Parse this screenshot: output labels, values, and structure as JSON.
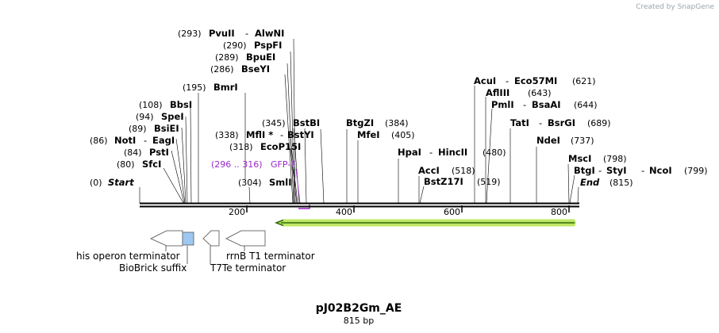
{
  "credit": "Created by SnapGene",
  "title": "pJ02B2Gm_AE",
  "length_label": "815 bp",
  "ruler_ticks": [
    "200",
    "400",
    "600",
    "800"
  ],
  "sites": [
    {
      "pos": "(293)",
      "names": [
        "PvuII",
        "AlwNI"
      ]
    },
    {
      "pos": "(290)",
      "names": [
        "PspFI"
      ]
    },
    {
      "pos": "(289)",
      "names": [
        "BpuEI"
      ]
    },
    {
      "pos": "(286)",
      "names": [
        "BseYI"
      ]
    },
    {
      "pos": "(195)",
      "names": [
        "BmrI"
      ]
    },
    {
      "pos": "(108)",
      "names": [
        "BbsI"
      ]
    },
    {
      "pos": "(94)",
      "names": [
        "SpeI"
      ]
    },
    {
      "pos": "(89)",
      "names": [
        "BsiEI"
      ]
    },
    {
      "pos": "(86)",
      "names": [
        "NotI",
        "EagI"
      ]
    },
    {
      "pos": "(84)",
      "names": [
        "PstI"
      ]
    },
    {
      "pos": "(80)",
      "names": [
        "SfcI"
      ]
    },
    {
      "pos": "(0)",
      "names": [
        "Start"
      ]
    },
    {
      "pos": "(345)",
      "names": [
        "BstBI"
      ]
    },
    {
      "pos": "(338)",
      "names": [
        "MflI *",
        "BstYI"
      ]
    },
    {
      "pos": "(318)",
      "names": [
        "EcoP15I"
      ]
    },
    {
      "pos": "(304)",
      "names": [
        "SmlI"
      ]
    },
    {
      "pos": "(384)",
      "names": [
        "BtgZI"
      ]
    },
    {
      "pos": "(405)",
      "names": [
        "MfeI"
      ]
    },
    {
      "pos": "(480)",
      "names": [
        "HpaI",
        "HincII"
      ]
    },
    {
      "pos": "(518)",
      "names": [
        "AccI"
      ]
    },
    {
      "pos": "(519)",
      "names": [
        "BstZ17I"
      ]
    },
    {
      "pos": "(621)",
      "names": [
        "AcuI",
        "Eco57MI"
      ]
    },
    {
      "pos": "(643)",
      "names": [
        "AflIII"
      ]
    },
    {
      "pos": "(644)",
      "names": [
        "PmlI",
        "BsaAI"
      ]
    },
    {
      "pos": "(689)",
      "names": [
        "TatI",
        "BsrGI"
      ]
    },
    {
      "pos": "(737)",
      "names": [
        "NdeI"
      ]
    },
    {
      "pos": "(798)",
      "names": [
        "MscI"
      ]
    },
    {
      "pos": "(799)",
      "names": [
        "BtgI",
        "StyI",
        "NcoI"
      ]
    },
    {
      "pos": "(815)",
      "names": [
        "End"
      ]
    }
  ],
  "primer": {
    "range": "(296 .. 316)",
    "name": "GFP-F"
  },
  "features": [
    {
      "name": "his operon terminator"
    },
    {
      "name": "BioBrick suffix"
    },
    {
      "name": "rrnB T1 terminator"
    },
    {
      "name": "T7Te terminator"
    }
  ],
  "colors": {
    "feature_green": "#b4e34a",
    "biobrick_blue": "#9cc8f2",
    "primer_purple": "#9b27c9",
    "terminator_fill": "#ffffff"
  }
}
